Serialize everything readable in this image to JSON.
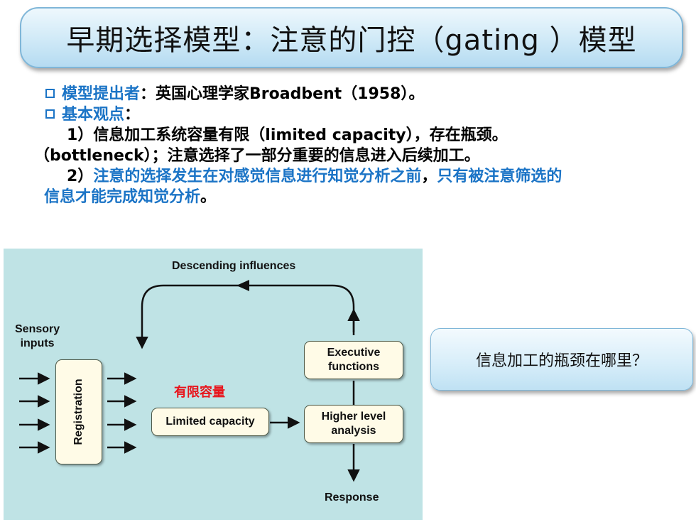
{
  "title": "早期选择模型：注意的门控（gating ）模型",
  "bullets": {
    "b1_label": "模型提出者",
    "b1_text": "：英国心理学家Broadbent（1958）。",
    "b2_label": "基本观点",
    "b2_colon": "：",
    "p1_line1": "1）信息加工系统容量有限（limited capacity），存在瓶颈。",
    "p1_line2": "（bottleneck）；注意选择了一部分重要的信息进入后续加工。",
    "p2_num": "2）",
    "p2_blue1": "注意的选择发生在对感觉信息进行知觉分析之前",
    "p2_black": "，",
    "p2_blue2": "只有被注意筛选的",
    "p2_blue3": "信息才能完成知觉分析",
    "p2_end": "。"
  },
  "diagram": {
    "descending": "Descending influences",
    "sensory_line1": "Sensory",
    "sensory_line2": "inputs",
    "registration": "Registration",
    "limited_cn": "有限容量",
    "limited": "Limited capacity",
    "executive_line1": "Executive",
    "executive_line2": "functions",
    "higher_line1": "Higher level",
    "higher_line2": "analysis",
    "response": "Response"
  },
  "question": "信息加工的瓶颈在哪里？",
  "colors": {
    "accent_blue": "#1b74c6",
    "diagram_bg": "#bfe3e5",
    "highlight_red": "#e8141b"
  }
}
